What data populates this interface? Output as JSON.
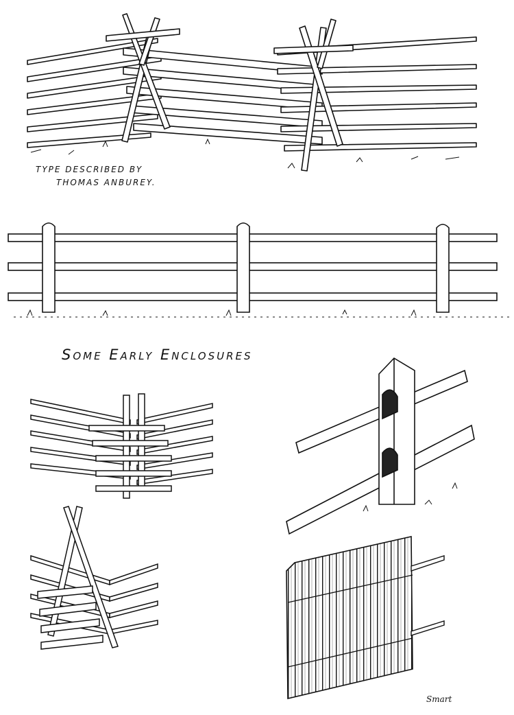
{
  "caption_anburey": {
    "line1": "TYPE DESCRIBED BY",
    "line2": "THOMAS ANBUREY."
  },
  "plate_title": "Some Early Enclosures",
  "signature": "Smart",
  "colors": {
    "ink": "#111111",
    "paper": "#ffffff"
  }
}
